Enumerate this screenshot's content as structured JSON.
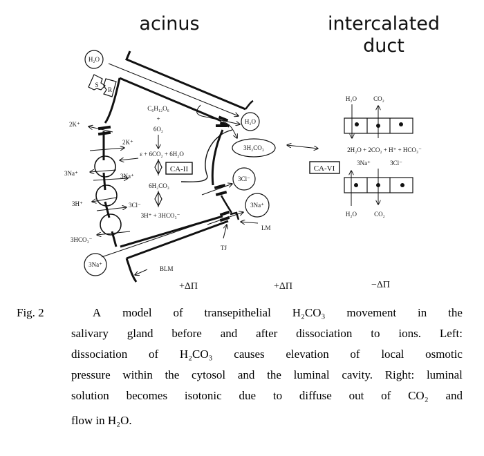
{
  "titles": {
    "left": "acinus",
    "right_line1": "intercalated",
    "right_line2": "duct"
  },
  "acinus": {
    "receptor_labels": [
      "S",
      "R"
    ],
    "water_bubble": "H₂O",
    "basolateral_ions": {
      "k_out": "2K⁺",
      "k_in": "2K⁺",
      "na_out": "3Na⁺",
      "na_in": "3Na⁺",
      "h_out": "3H⁺",
      "cl_in": "3Cl⁻",
      "hco3_out": "3HCO₃⁻"
    },
    "metabolism": {
      "glucose": "C₆H₁₂O₆",
      "plus": "+",
      "oxygen": "6O₂",
      "products": "ε + 6CO₂ + 6H₂O",
      "enzyme": "CA-II",
      "carbonic_acid": "6H₂CO₃",
      "dissociation": "3H⁺ + 3HCO₃⁻"
    },
    "luminal_bubbles": {
      "water": "H₂O",
      "carbonic_acid": "3H₂CO₃",
      "chloride": "3Cl⁻",
      "sodium": "3Na⁺"
    },
    "interstitial_sodium": "3Na⁺",
    "labels": {
      "lm": "LM",
      "tj": "TJ",
      "blm": "BLM"
    }
  },
  "duct": {
    "top_labels": {
      "water": "H₂O",
      "co2": "CO₂"
    },
    "reaction": "2H₂O + 2CO₂ + H⁺ + HCO₃⁻",
    "enzyme": "CA-VI",
    "ions": {
      "sodium": "3Na⁺",
      "chloride": "3Cl⁻"
    },
    "bottom_labels": {
      "water": "H₂O",
      "co2": "CO₂"
    }
  },
  "osmotic": {
    "cytosol": "+ΔΠ",
    "lumen": "+ΔΠ",
    "duct": "−ΔΠ"
  },
  "caption": {
    "lead": "Fig. 2",
    "line1": [
      "A",
      "model",
      "of",
      "transepithelial",
      "H₂CO₃",
      "movement",
      "in",
      "the"
    ],
    "line2": [
      "salivary",
      "gland",
      "before",
      "and",
      "after",
      "dissociation",
      "to",
      "ions.",
      "Left:"
    ],
    "line3": [
      "dissociation",
      "of",
      "H₂CO₃",
      "causes",
      "elevation",
      "of",
      "local",
      "osmotic"
    ],
    "line4": [
      "pressure",
      "within",
      "the",
      "cytosol",
      "and",
      "the",
      "luminal",
      "cavity.",
      "Right:",
      "luminal"
    ],
    "line5": [
      "solution",
      "becomes",
      "isotonic",
      "due",
      "to",
      "diffuse",
      "out",
      "of",
      "CO₂",
      "and"
    ],
    "line6": "flow in H₂O."
  }
}
